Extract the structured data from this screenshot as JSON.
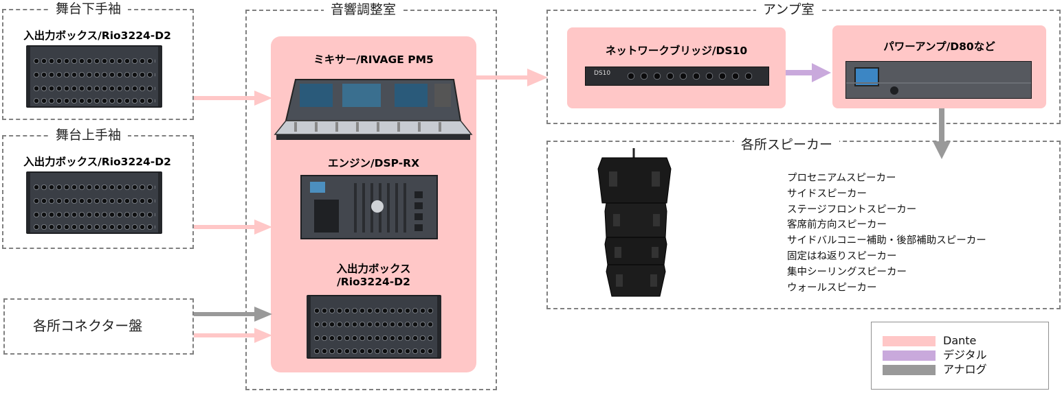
{
  "colors": {
    "dante": "#ffc7c7",
    "digital": "#c9a9dc",
    "analog": "#999999"
  },
  "groups": {
    "downstage": {
      "title": "舞台下手袖",
      "device_caption": "入出力ボックス/Rio3224-D2"
    },
    "upstage": {
      "title": "舞台上手袖",
      "device_caption": "入出力ボックス/Rio3224-D2"
    },
    "connector": {
      "title": "各所コネクター盤"
    },
    "control_room": {
      "title": "音響調整室",
      "mixer_caption": "ミキサー/RIVAGE PM5",
      "engine_caption": "エンジン/DSP-RX",
      "io_caption_line1": "入出力ボックス",
      "io_caption_line2": "/Rio3224-D2"
    },
    "amp_room": {
      "title": "アンプ室",
      "bridge_caption": "ネットワークブリッジ/DS10",
      "amp_caption": "パワーアンプ/D80など"
    },
    "speakers": {
      "title": "各所スピーカー",
      "items": [
        "プロセニアムスピーカー",
        "サイドスピーカー",
        "ステージフロントスピーカー",
        "客席前方向スピーカー",
        "サイドバルコニー補助・後部補助スピーカー",
        "固定はね返りスピーカー",
        "集中シーリングスピーカー",
        "ウォールスピーカー"
      ]
    }
  },
  "legend": [
    {
      "label": "Dante",
      "color_key": "dante"
    },
    {
      "label": "デジタル",
      "color_key": "digital"
    },
    {
      "label": "アナログ",
      "color_key": "analog"
    }
  ],
  "device_labels": {
    "ds10_model": "DS10"
  }
}
